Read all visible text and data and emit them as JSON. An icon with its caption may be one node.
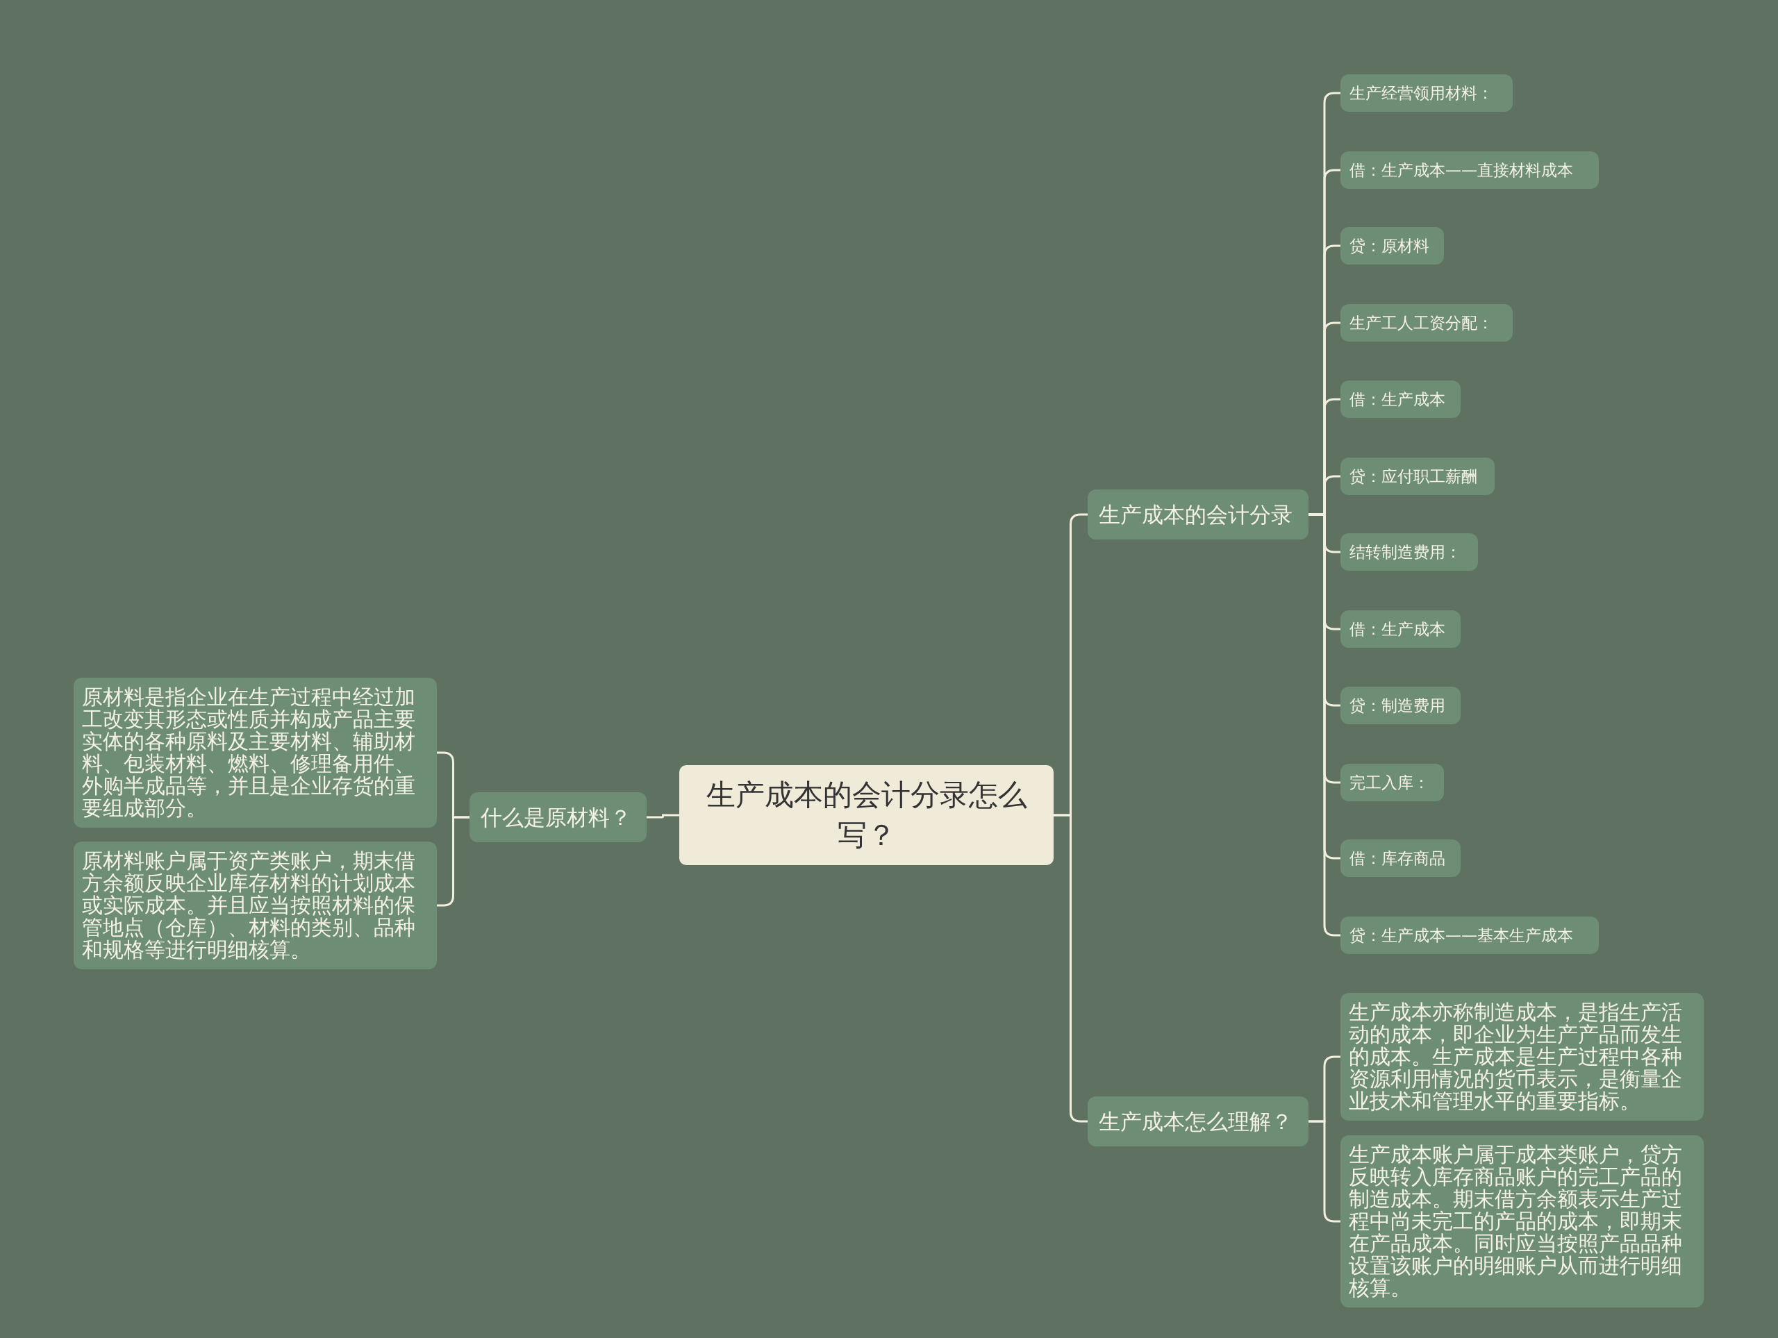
{
  "diagram": {
    "nodes": [
      {
        "text": [
          "生产成本的会计分录怎么写？"
        ]
      },
      {
        "text": [
          "生产成本的会计分录"
        ]
      },
      {
        "text": [
          "生产经营领用材料："
        ]
      },
      {
        "text": [
          "借：生产成本——直接材料成本"
        ]
      },
      {
        "text": [
          "贷：原材料"
        ]
      },
      {
        "text": [
          "生产工人工资分配："
        ]
      },
      {
        "text": [
          "借：生产成本"
        ]
      },
      {
        "text": [
          "贷：应付职工薪酬"
        ]
      },
      {
        "text": [
          "结转制造费用："
        ]
      },
      {
        "text": [
          "借：生产成本"
        ]
      },
      {
        "text": [
          "贷：制造费用"
        ]
      },
      {
        "text": [
          "完工入库："
        ]
      },
      {
        "text": [
          "借：库存商品"
        ]
      },
      {
        "text": [
          "贷：生产成本——基本生产成本"
        ]
      },
      {
        "text": [
          "生产成本怎么理解？"
        ]
      },
      {
        "text": [
          "生产成本亦称制造成本，是指生产活动的成本，即企业为生产产品而发生的成本。生产成本是生产过程中各种资源利用情况的货币表示，是衡量企业技术和管理水平的重要指标。"
        ]
      },
      {
        "text": [
          "生产成本账户属于成本类账户，贷方反映转入库存商品账户的完工产品的制造成本。期末借方余额表示生产过程中尚未完工的产品的成本，即期末在产品成本。同时应当按照产品品种设置该账户的明细账户从而进行明细核算。"
        ]
      },
      {
        "text": [
          "什么是原材料？"
        ]
      },
      {
        "text": [
          "原材料是指企业在生产过程中经过加工改变其形态或性质并构成产品主要实体的各种原料及主要材料、辅助材料、包装材料、燃料、修理备用件、外购半成品等，并且是企业存货的重要组成部分。"
        ]
      },
      {
        "text": [
          "原材料账户属于资产类账户，期末借方余额反映企业库存材料的计划成本或实际成本。并且应当按照材料的保管地点（仓库）、材料的类别、品种和规格等进行明细核算。"
        ]
      }
    ],
    "edges": [
      {
        "from": 0,
        "to": 1,
        "arrow": "none"
      },
      {
        "from": 1,
        "to": 2,
        "arrow": "none"
      },
      {
        "from": 1,
        "to": 3,
        "arrow": "none"
      },
      {
        "from": 1,
        "to": 4,
        "arrow": "none"
      },
      {
        "from": 1,
        "to": 5,
        "arrow": "none"
      },
      {
        "from": 1,
        "to": 6,
        "arrow": "none"
      },
      {
        "from": 1,
        "to": 7,
        "arrow": "none"
      },
      {
        "from": 1,
        "to": 8,
        "arrow": "none"
      },
      {
        "from": 1,
        "to": 9,
        "arrow": "none"
      },
      {
        "from": 1,
        "to": 10,
        "arrow": "none"
      },
      {
        "from": 1,
        "to": 11,
        "arrow": "none"
      },
      {
        "from": 1,
        "to": 12,
        "arrow": "none"
      },
      {
        "from": 1,
        "to": 13,
        "arrow": "none"
      },
      {
        "from": 0,
        "to": 14,
        "arrow": "none"
      },
      {
        "from": 14,
        "to": 15,
        "arrow": "none"
      },
      {
        "from": 14,
        "to": 16,
        "arrow": "none"
      },
      {
        "from": 0,
        "to": 17,
        "arrow": "none"
      },
      {
        "from": 17,
        "to": 18,
        "arrow": "none"
      },
      {
        "from": 17,
        "to": 19,
        "arrow": "none"
      }
    ]
  }
}
